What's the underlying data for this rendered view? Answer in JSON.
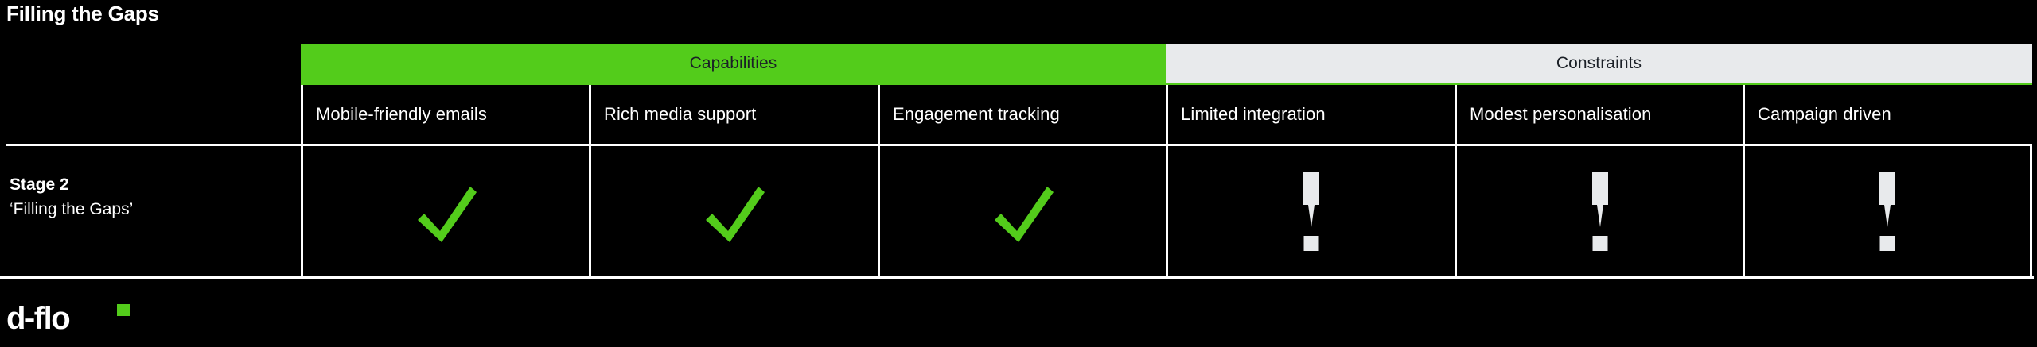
{
  "slide": {
    "title": "Filling the Gaps",
    "background_color": "#000000",
    "accent_green": "#53cc1b",
    "accent_gray": "#e8eaec",
    "text_color": "#ffffff"
  },
  "matrix": {
    "groups": [
      {
        "label": "Capabilities",
        "kind": "capabilities",
        "background": "#53cc1b",
        "span": 3
      },
      {
        "label": "Constraints",
        "kind": "constraints",
        "background": "#e8eaec",
        "span": 3
      }
    ],
    "columns": [
      {
        "label": "Mobile-friendly emails",
        "group": "Capabilities"
      },
      {
        "label": "Rich media support",
        "group": "Capabilities"
      },
      {
        "label": "Engagement tracking",
        "group": "Capabilities"
      },
      {
        "label": "Limited integration",
        "group": "Constraints"
      },
      {
        "label": "Modest personalisation",
        "group": "Constraints"
      },
      {
        "label": "Campaign driven",
        "group": "Constraints"
      }
    ],
    "rows": [
      {
        "stage": "Stage 2",
        "stage_name": "‘Filling the Gaps’",
        "cells": [
          {
            "icon": "check-icon",
            "value": "yes",
            "color": "#53cc1b"
          },
          {
            "icon": "check-icon",
            "value": "yes",
            "color": "#53cc1b"
          },
          {
            "icon": "check-icon",
            "value": "yes",
            "color": "#53cc1b"
          },
          {
            "icon": "exclamation-icon",
            "value": "caution",
            "color": "#e8eaec"
          },
          {
            "icon": "exclamation-icon",
            "value": "caution",
            "color": "#e8eaec"
          },
          {
            "icon": "exclamation-icon",
            "value": "caution",
            "color": "#e8eaec"
          }
        ]
      }
    ]
  },
  "logo": {
    "text": "d-flo",
    "accent_color": "#53cc1b"
  }
}
